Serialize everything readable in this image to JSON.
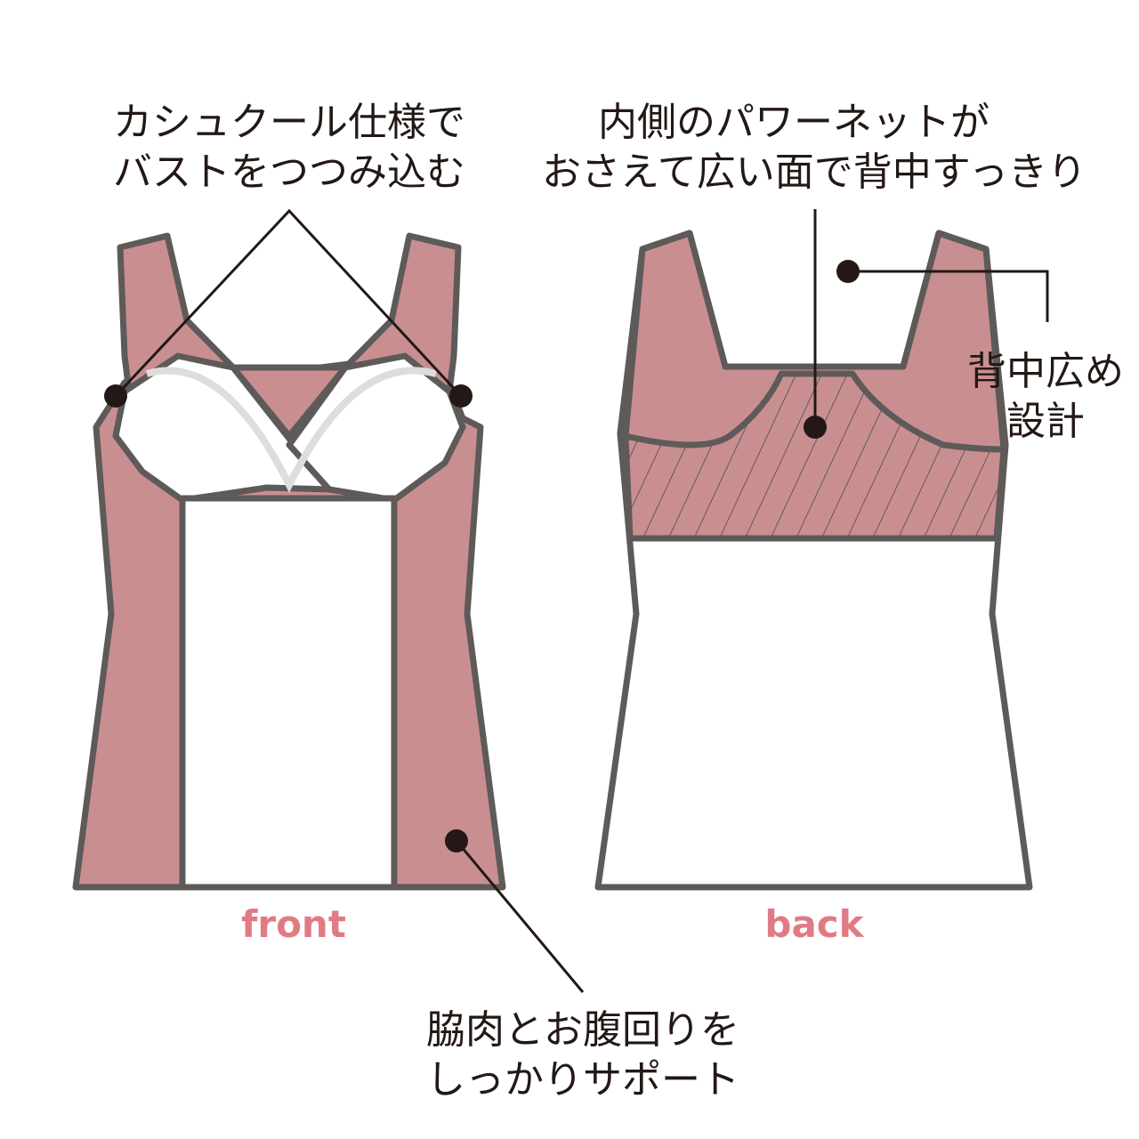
{
  "colors": {
    "fabric": "#c98f90",
    "outline": "#5f5a5a",
    "label": "#e07b85",
    "text": "#231815"
  },
  "callouts": {
    "bust": {
      "line1": "カシュクール仕様で",
      "line2": "バストをつつみ込む"
    },
    "powernet": {
      "line1": "内側のパワーネットが",
      "line2": "おさえて広い面で背中すっきり"
    },
    "wide_back": {
      "line1": "背中広め",
      "line2": "設計"
    },
    "side": {
      "line1": "脇肉とお腹回りを",
      "line2": "しっかりサポート"
    }
  },
  "labels": {
    "front": "front",
    "back": "back"
  }
}
